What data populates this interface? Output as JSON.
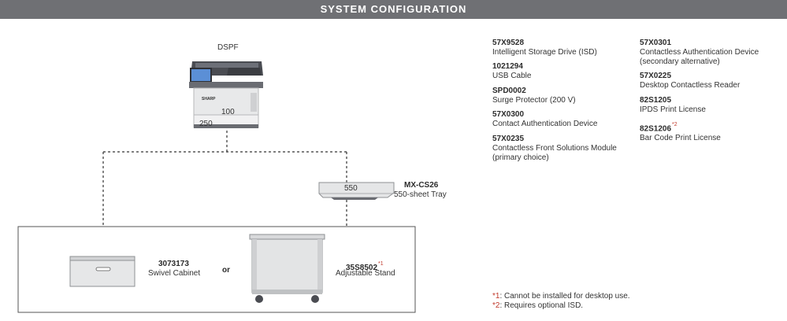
{
  "header": {
    "title": "SYSTEM CONFIGURATION"
  },
  "main_unit": {
    "label": "DSPF",
    "tray1": "100",
    "tray2": "250",
    "brand": "SHARP"
  },
  "tray_option": {
    "code": "MX-CS26",
    "desc": "550-sheet Tray",
    "tray_number": "550"
  },
  "stands": {
    "cabinet": {
      "code": "3073173",
      "desc": "Swivel Cabinet"
    },
    "connector": "or",
    "stand": {
      "code": "35S8502",
      "note_mark": "*1",
      "desc": "Adjustable Stand"
    }
  },
  "options_left": [
    {
      "code": "57X9528",
      "desc": "Intelligent Storage Drive (ISD)"
    },
    {
      "code": "1021294",
      "desc": "USB Cable"
    },
    {
      "code": "SPD0002",
      "desc": "Surge Protector (200 V)"
    },
    {
      "code": "57X0300",
      "desc": "Contact Authentication Device"
    },
    {
      "code": "57X0235",
      "desc": "Contactless Front Solutions Module",
      "desc2": "(primary choice)"
    }
  ],
  "options_right": [
    {
      "code": "57X0301",
      "desc": "Contactless Authentication Device",
      "desc2": "(secondary alternative)"
    },
    {
      "code": "57X0225",
      "desc": "Desktop Contactless Reader"
    },
    {
      "code": "82S1205",
      "desc": "IPDS Print License"
    },
    {
      "code": "82S1206",
      "note_mark": "*2",
      "desc": "Bar Code Print License"
    }
  ],
  "footnotes": [
    {
      "mark": "*1",
      "text": ": Cannot be installed for desktop use."
    },
    {
      "mark": "*2",
      "text": ": Requires optional ISD."
    }
  ]
}
